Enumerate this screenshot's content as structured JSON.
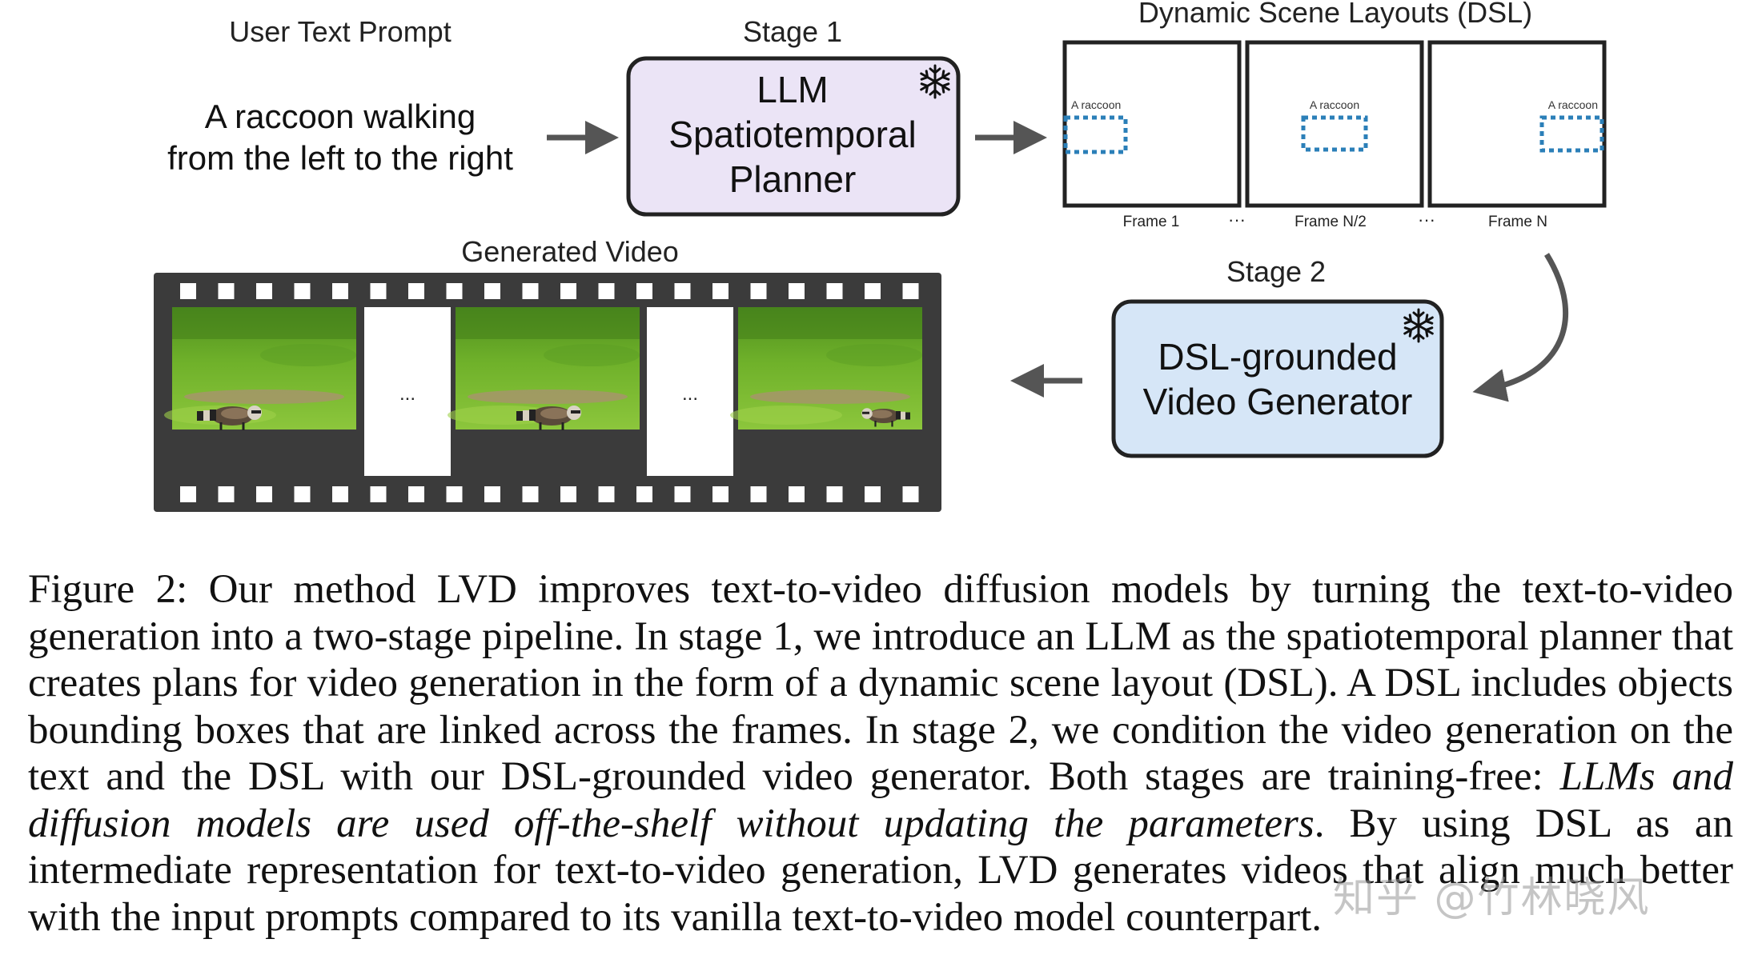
{
  "diagram": {
    "user_prompt": {
      "title": "User Text Prompt",
      "line1": "A raccoon walking",
      "line2": "from the left to the right"
    },
    "stage1": {
      "label": "Stage 1",
      "box_line1": "LLM",
      "box_line2": "Spatiotemporal",
      "box_line3": "Planner",
      "fill": "#ebe4f6",
      "frozen_icon": "snowflake-icon"
    },
    "dsl": {
      "title": "Dynamic Scene Layouts (DSL)",
      "box_label": "A raccoon",
      "box_color": "#2b7fb8",
      "frames": [
        "Frame 1",
        "Frame N/2",
        "Frame N"
      ],
      "ellipsis": "···"
    },
    "stage2": {
      "label": "Stage 2",
      "box_line1": "DSL-grounded",
      "box_line2": "Video Generator",
      "fill": "#d6e6f7",
      "frozen_icon": "snowflake-icon"
    },
    "video": {
      "title": "Generated Video",
      "ellipsis": "..."
    }
  },
  "caption": {
    "p1": "Figure 2: Our method LVD improves text-to-video diffusion models by turning the text-to-video generation into a two-stage pipeline. In stage 1, we introduce an LLM as the spatiotemporal planner that creates plans for video generation in the form of a dynamic scene layout (DSL). A DSL includes objects bounding boxes that are linked across the frames. In stage 2, we condition the video generation on the text and the DSL with our DSL-grounded video generator. Both stages are training-free: ",
    "italic": "LLMs and diffusion models are used off-the-shelf without updating the parameters",
    "p2": ". By using DSL as an intermediate representation for text-to-video generation, LVD generates videos that align much better with the input prompts compared to its vanilla text-to-video model counterpart."
  },
  "watermark": "知乎 @竹林晓风"
}
